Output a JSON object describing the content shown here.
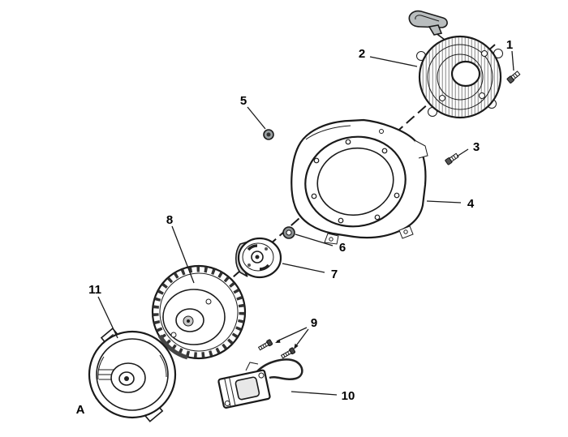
{
  "diagram": {
    "type": "exploded-parts-diagram",
    "background": "#ffffff",
    "line_color": "#1a1a1a",
    "callouts": {
      "c1": "1",
      "c2": "2",
      "c3": "3",
      "c4": "4",
      "c5": "5",
      "c6": "6",
      "c7": "7",
      "c8": "8",
      "c9": "9",
      "c10": "10",
      "c11": "11",
      "cA": "A"
    }
  }
}
